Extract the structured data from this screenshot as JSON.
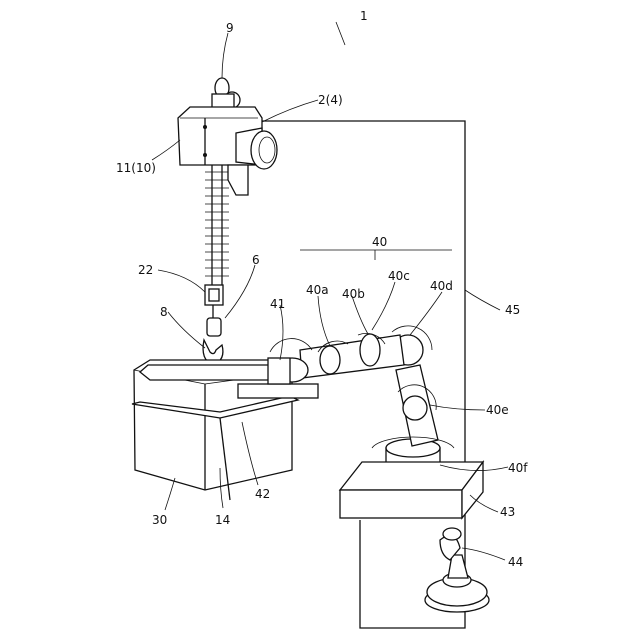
{
  "labels": {
    "system": "1",
    "ring": "9",
    "hoist_ref": "2(4)",
    "hoist_body": "11(10)",
    "arm": "40",
    "joint_a": "40a",
    "joint_b": "40b",
    "joint_c": "40c",
    "joint_d": "40d",
    "joint_e": "40e",
    "joint_f": "40f",
    "hook_device": "22",
    "chain": "6",
    "hook": "8",
    "end_effector": "41",
    "cable": "45",
    "container": "30",
    "bracket": "14",
    "grip_bar": "42",
    "pedestal": "43",
    "joystick": "44"
  }
}
